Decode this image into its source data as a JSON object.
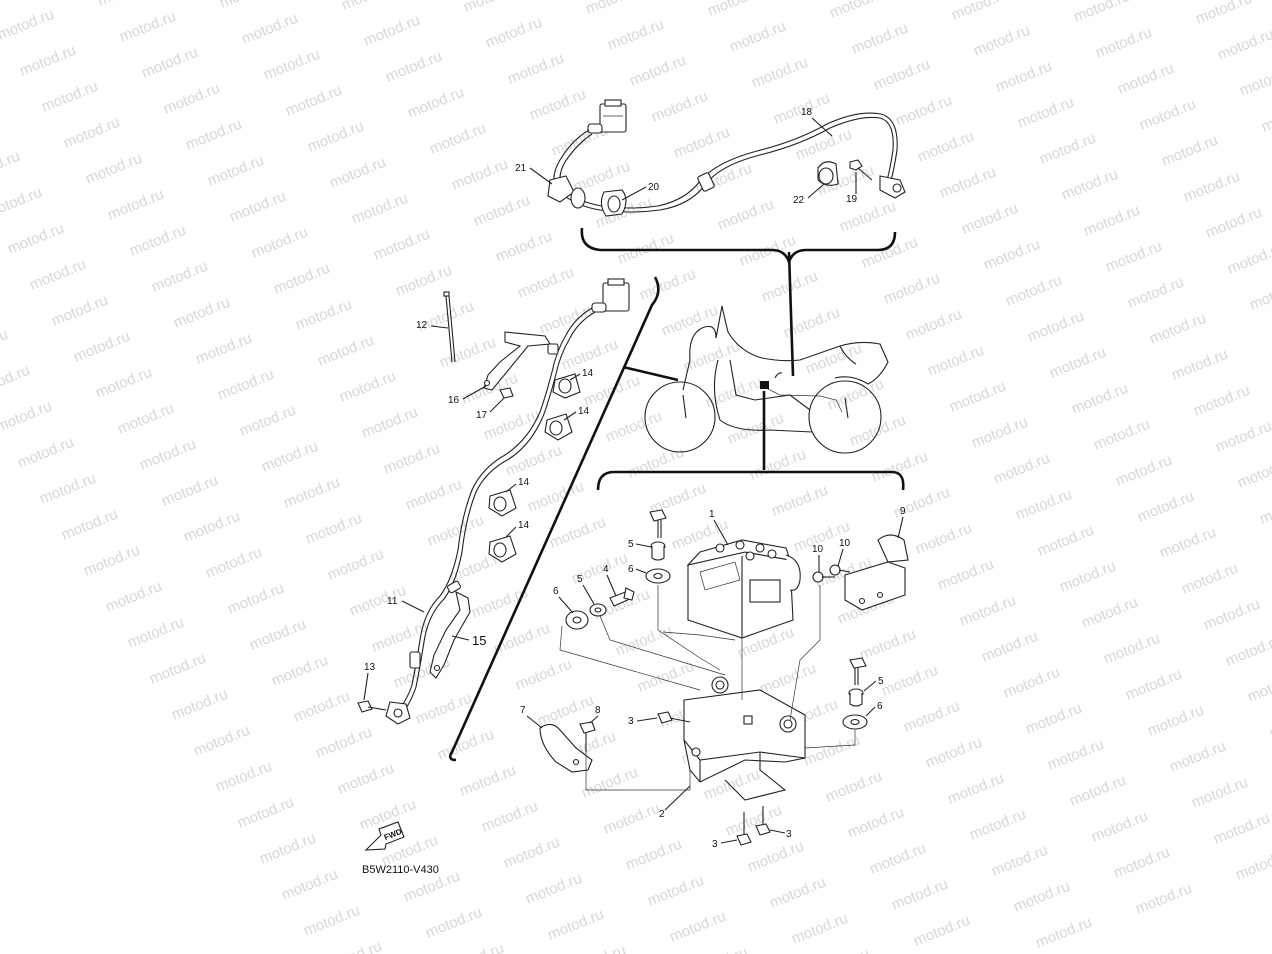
{
  "watermark": {
    "text": "motod.ru",
    "color": "#d7d7d7"
  },
  "callouts": [
    {
      "id": "c1",
      "text": "1"
    },
    {
      "id": "c2",
      "text": "2"
    },
    {
      "id": "c3a",
      "text": "3"
    },
    {
      "id": "c3b",
      "text": "3"
    },
    {
      "id": "c3c",
      "text": "3"
    },
    {
      "id": "c4",
      "text": "4"
    },
    {
      "id": "c5a",
      "text": "5"
    },
    {
      "id": "c5b",
      "text": "5"
    },
    {
      "id": "c5c",
      "text": "5"
    },
    {
      "id": "c6a",
      "text": "6"
    },
    {
      "id": "c6b",
      "text": "6"
    },
    {
      "id": "c6c",
      "text": "6"
    },
    {
      "id": "c7",
      "text": "7"
    },
    {
      "id": "c8",
      "text": "8"
    },
    {
      "id": "c9",
      "text": "9"
    },
    {
      "id": "c10a",
      "text": "10"
    },
    {
      "id": "c10b",
      "text": "10"
    },
    {
      "id": "c11",
      "text": "11"
    },
    {
      "id": "c12",
      "text": "12"
    },
    {
      "id": "c13",
      "text": "13"
    },
    {
      "id": "c14a",
      "text": "14"
    },
    {
      "id": "c14b",
      "text": "14"
    },
    {
      "id": "c14c",
      "text": "14"
    },
    {
      "id": "c14d",
      "text": "14"
    },
    {
      "id": "c15",
      "text": "15"
    },
    {
      "id": "c16",
      "text": "16"
    },
    {
      "id": "c17",
      "text": "17"
    },
    {
      "id": "c18",
      "text": "18"
    },
    {
      "id": "c19",
      "text": "19"
    },
    {
      "id": "c20",
      "text": "20"
    },
    {
      "id": "c21",
      "text": "21"
    },
    {
      "id": "c22",
      "text": "22"
    }
  ],
  "fwd_arrow": {
    "text": "FWD"
  },
  "diagram_code": "B5W2110-V430"
}
